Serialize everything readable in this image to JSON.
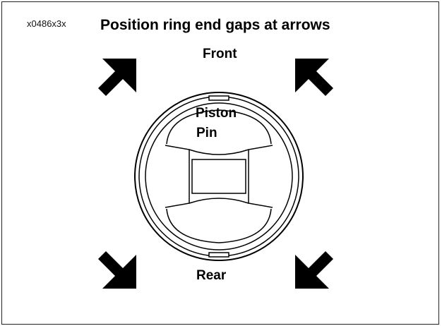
{
  "ref_code": "x0486x3x",
  "title": "Position ring end gaps at arrows",
  "labels": {
    "front": "Front",
    "rear": "Rear",
    "pin_line1": "Piston",
    "pin_line2": "Pin"
  },
  "colors": {
    "ink": "#000000",
    "background": "#ffffff"
  }
}
